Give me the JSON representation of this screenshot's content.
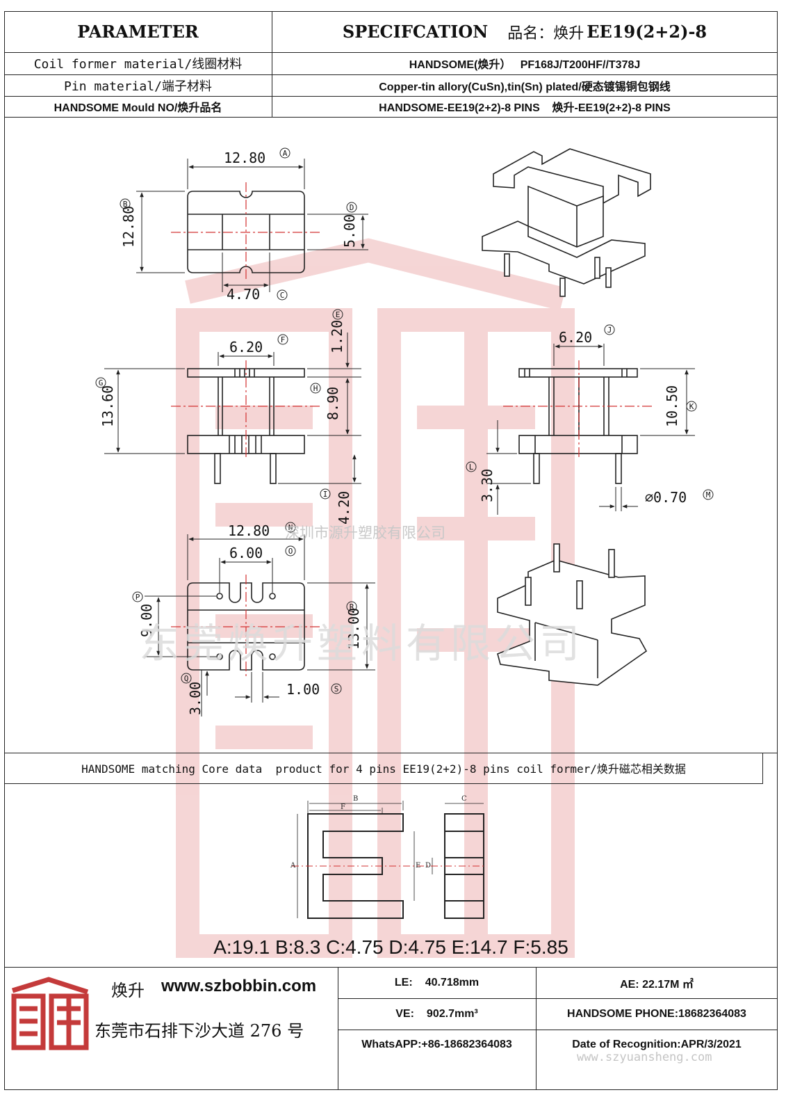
{
  "header": {
    "parameter": "PARAMETER",
    "specification": "SPECIFCATION",
    "product_name_label": "品名：焕升",
    "product_name_value": "EE19(2+2)-8"
  },
  "rows": [
    {
      "label": "Coil former material/线圈材料",
      "value": "HANDSOME(焕升）   PF168J/T200HF//T378J"
    },
    {
      "label": "Pin material/端子材料",
      "value": "Copper-tin allory(CuSn),tin(Sn) plated/硬态镀锡铜包钢线"
    },
    {
      "label": "HANDSOME Mould NO/焕升品名",
      "value": "HANDSOME-EE19(2+2)-8 PINS    焕升-EE19(2+2)-8 PINS"
    }
  ],
  "dimensions": {
    "A": "12.80",
    "B": "12.80",
    "C": "4.70",
    "D": "5.00",
    "E": "1.20",
    "F": "6.20",
    "G": "13.60",
    "H": "8.90",
    "I": "4.20",
    "J": "6.20",
    "K": "10.50",
    "L": "3.30",
    "M": "⌀0.70",
    "N": "12.80",
    "O": "6.00",
    "P": "9.00",
    "Q": "3.00",
    "R": "13.00",
    "S": "1.00"
  },
  "letters": [
    "A",
    "B",
    "C",
    "D",
    "E",
    "F",
    "G",
    "H",
    "I",
    "J",
    "K",
    "L",
    "M",
    "N",
    "O",
    "P",
    "Q",
    "R",
    "S"
  ],
  "watermarks": {
    "company_small": "深圳市源升塑胶有限公司",
    "company_large": "东莞焕升塑料有限公司",
    "website": "www.szyuansheng.com"
  },
  "core_section": {
    "title": "HANDSOME matching Core data  product for 4 pins EE19(2+2)-8 pins coil former/焕升磁芯相关数据",
    "labels": {
      "a": "A",
      "b": "B",
      "c": "C",
      "d": "D",
      "e": "E",
      "f": "F"
    },
    "values": "A:19.1 B:8.3 C:4.75 D:4.75 E:14.7 F:5.85"
  },
  "footer": {
    "brand": "焕升",
    "website": "www.szbobbin.com",
    "address": "东莞市石排下沙大道 276 号",
    "le_label": "LE:",
    "le_value": "40.718mm",
    "ae_label": "AE: 22.17M ㎡",
    "ve_label": "VE:",
    "ve_value": "902.7mm³",
    "phone": "HANDSOME PHONE:18682364083",
    "whatsapp": "WhatsAPP:+86-18682364083",
    "date": "Date of Recognition:APR/3/2021"
  },
  "colors": {
    "watermark": "#e8a6a6",
    "centerline": "#d23030",
    "line": "#222222"
  }
}
